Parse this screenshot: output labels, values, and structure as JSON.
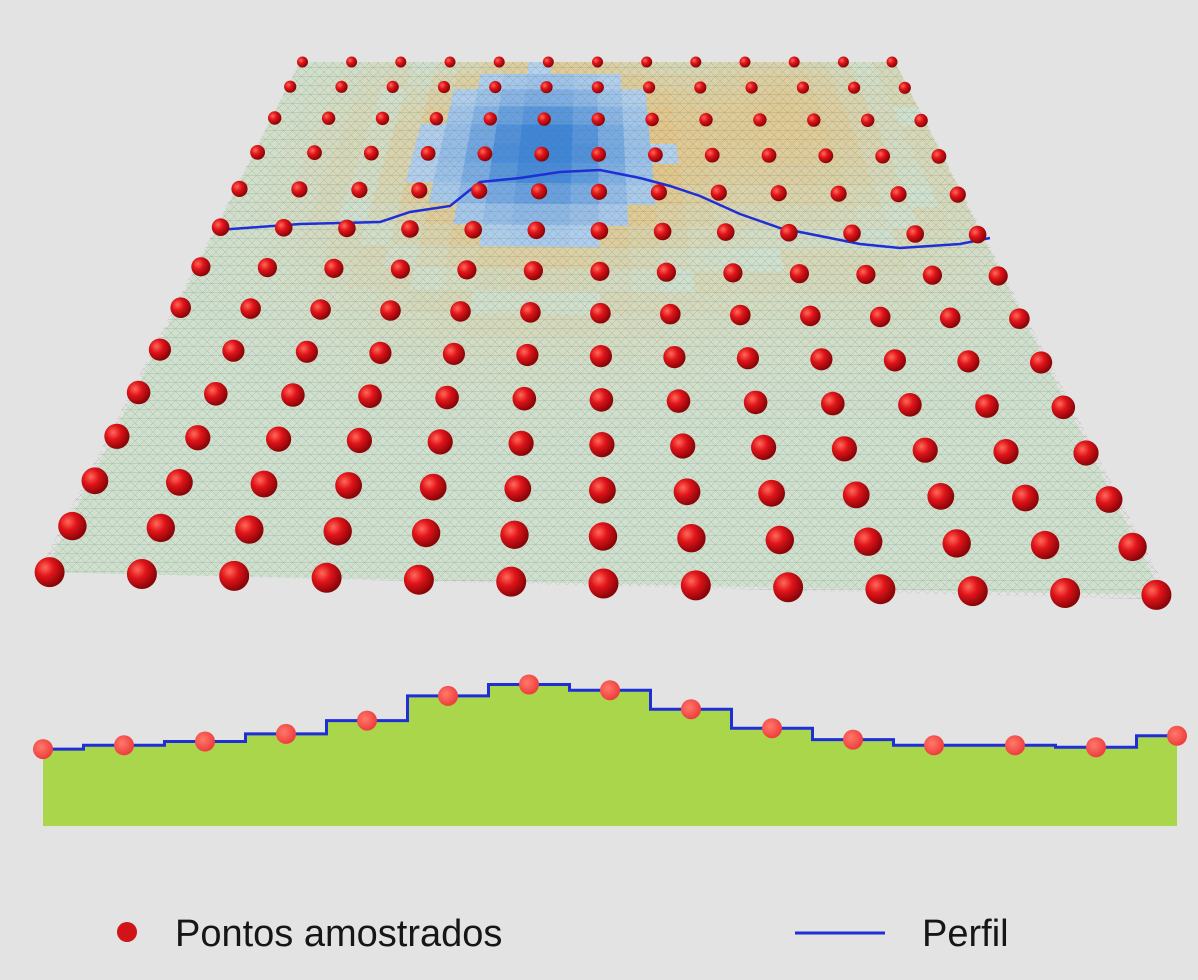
{
  "legend": {
    "points_label": "Pontos amostrados",
    "profile_label": "Perfil"
  },
  "colors": {
    "background": "#e3e3e3",
    "sample_point": "#e0141a",
    "profile_line": "#1f2fd6",
    "profile_fill": "#a9d64b",
    "surface_low": "#cfe0cf",
    "surface_mid": "#e2c58a",
    "surface_high": "#c9def0",
    "surface_peak": "#3f86d9"
  },
  "profile_heights": [
    0.22,
    0.26,
    0.3,
    0.38,
    0.52,
    0.78,
    0.9,
    0.84,
    0.64,
    0.44,
    0.32,
    0.26,
    0.26,
    0.24,
    0.36
  ],
  "surface_grid": {
    "rows": 14,
    "cols": 13,
    "peak_row": 2,
    "peak_col": 5
  },
  "icons": {
    "sample_point": "red-dot-icon",
    "profile": "blue-line-icon"
  }
}
